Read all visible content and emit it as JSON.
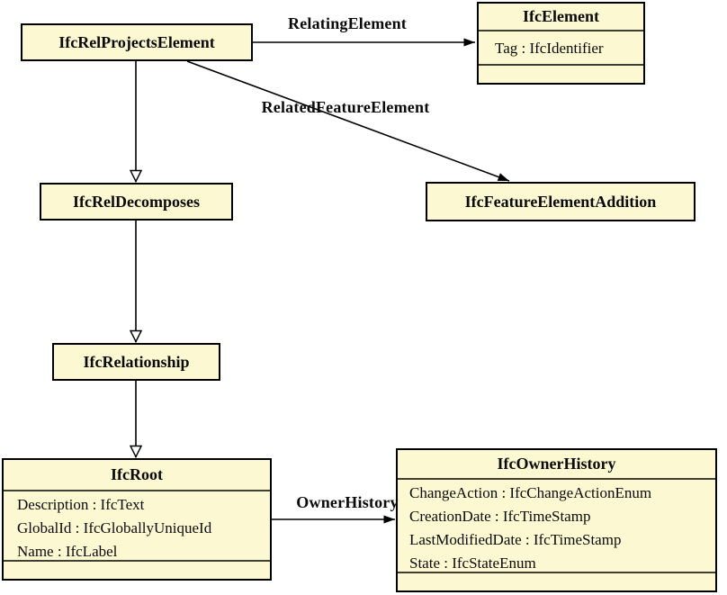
{
  "colors": {
    "canvas_bg": "#ffffff",
    "box_fill": "#fcf8d2",
    "box_border": "#000000",
    "separator": "#3f3f33",
    "line": "#000000",
    "text": "#0a0a0a"
  },
  "classes": [
    {
      "title": "IfcRelProjectsElement",
      "attributes": []
    },
    {
      "title": "IfcElement",
      "attributes": [
        "Tag : IfcIdentifier"
      ]
    },
    {
      "title": "IfcRelDecomposes",
      "attributes": []
    },
    {
      "title": "IfcFeatureElementAddition",
      "attributes": []
    },
    {
      "title": "IfcRelationship",
      "attributes": []
    },
    {
      "title": "IfcRoot",
      "attributes": [
        "Description : IfcText",
        "GlobalId : IfcGloballyUniqueId",
        "Name : IfcLabel"
      ]
    },
    {
      "title": "IfcOwnerHistory",
      "attributes": [
        "ChangeAction : IfcChangeActionEnum",
        "CreationDate : IfcTimeStamp",
        "LastModifiedDate : IfcTimeStamp",
        "State : IfcStateEnum"
      ]
    }
  ],
  "edges": [
    {
      "from": "IfcRelProjectsElement",
      "to": "IfcElement",
      "label": "RelatingElement",
      "type": "association"
    },
    {
      "from": "IfcRelProjectsElement",
      "to": "IfcFeatureElementAddition",
      "label": "RelatedFeatureElement",
      "type": "association"
    },
    {
      "from": "IfcRelProjectsElement",
      "to": "IfcRelDecomposes",
      "label": "",
      "type": "generalization"
    },
    {
      "from": "IfcRelDecomposes",
      "to": "IfcRelationship",
      "label": "",
      "type": "generalization"
    },
    {
      "from": "IfcRelationship",
      "to": "IfcRoot",
      "label": "",
      "type": "generalization"
    },
    {
      "from": "IfcRoot",
      "to": "IfcOwnerHistory",
      "label": "OwnerHistory",
      "type": "association"
    }
  ]
}
